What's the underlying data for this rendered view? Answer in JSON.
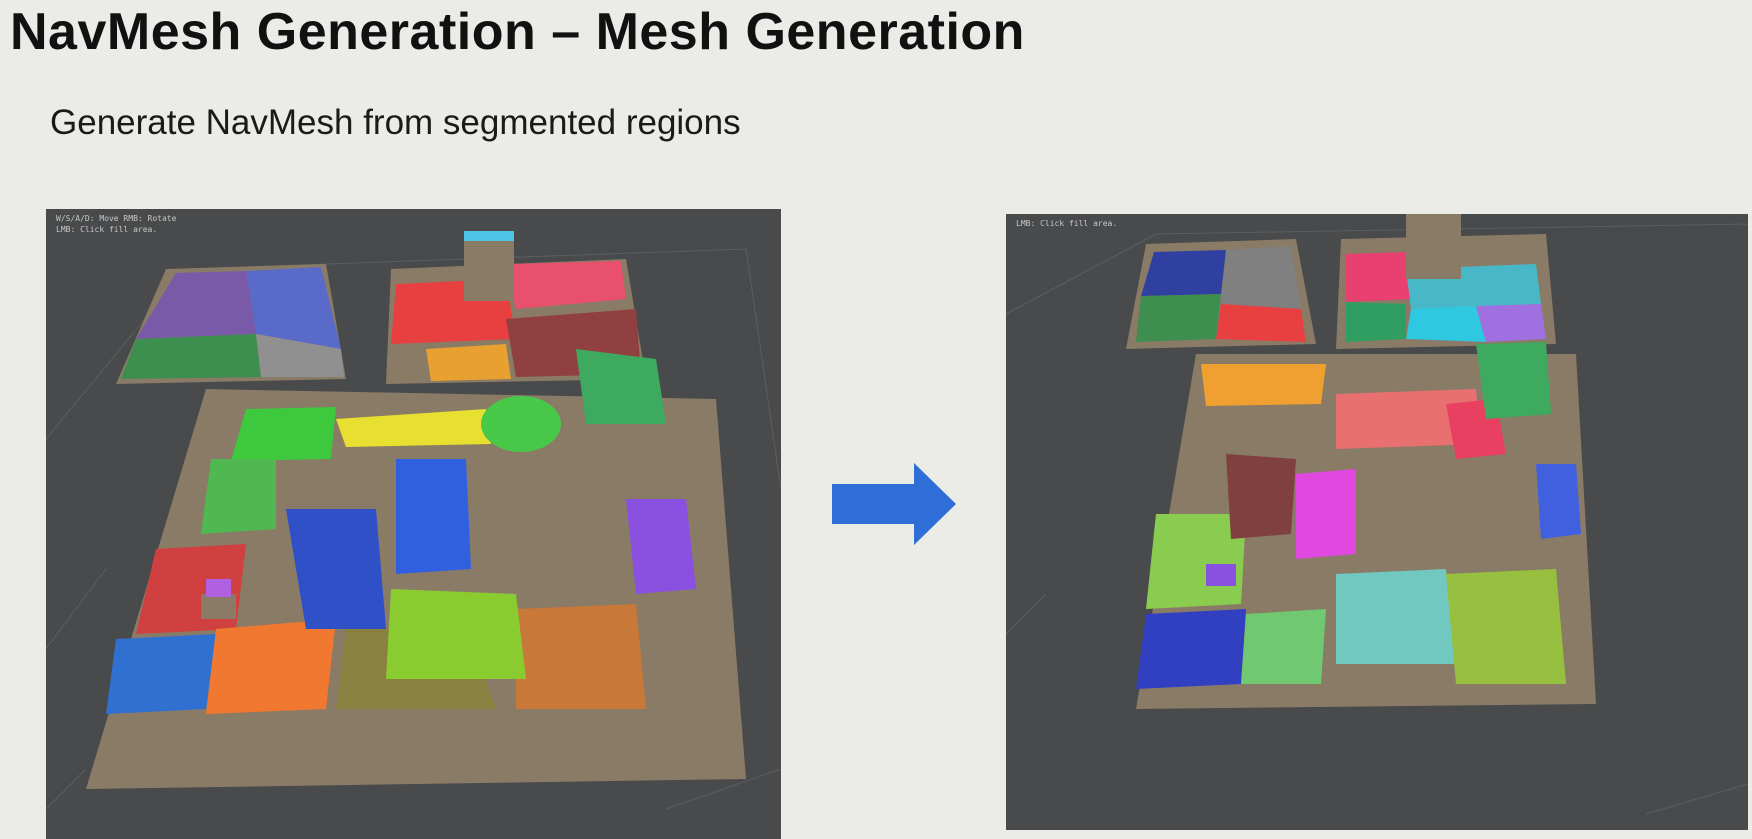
{
  "slide": {
    "title": "NavMesh Generation – Mesh Generation",
    "subtitle": "Generate NavMesh from segmented regions"
  },
  "left_viewport": {
    "hint_line1": "W/S/A/D: Move   RMB: Rotate",
    "hint_line2": "LMB: Click fill area."
  },
  "right_viewport": {
    "hint_line1": "LMB: Click fill area."
  },
  "colors": {
    "slide_background": "#ebebe8",
    "viewport_background": "#484a4c",
    "wall": "#8a7b66",
    "arrow": "#2f6ed6"
  },
  "icons": {
    "arrow": "right-arrow-icon"
  }
}
